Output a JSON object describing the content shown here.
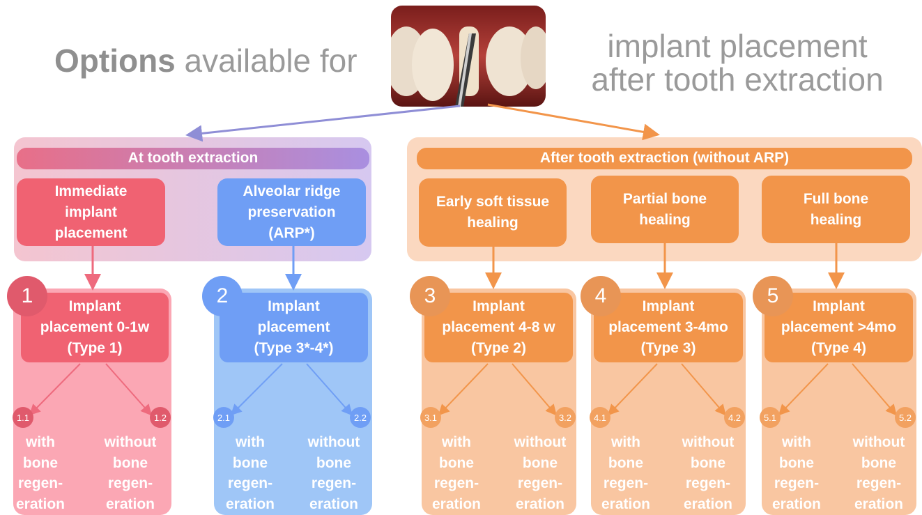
{
  "title": {
    "bold": "Options",
    "rest": "available for",
    "right_line1": "implant placement",
    "right_line2": "after tooth extraction"
  },
  "left_group": {
    "header": "At tooth extraction",
    "option_a": [
      "Immediate",
      "implant",
      "placement"
    ],
    "option_b": [
      "Alveolar ridge",
      "preservation",
      "(ARP*)"
    ]
  },
  "right_group": {
    "header": "After tooth extraction (without ARP)",
    "option_a": [
      "Early soft tissue",
      "healing"
    ],
    "option_b": [
      "Partial bone",
      "healing"
    ],
    "option_c": [
      "Full bone",
      "healing"
    ]
  },
  "columns": [
    {
      "number": "1",
      "type": [
        "Implant",
        "placement 0-1w",
        "(Type 1)"
      ],
      "sub_a": "1.1",
      "sub_b": "1.2"
    },
    {
      "number": "2",
      "type": [
        "Implant",
        "placement",
        "(Type 3*-4*)"
      ],
      "sub_a": "2.1",
      "sub_b": "2.2"
    },
    {
      "number": "3",
      "type": [
        "Implant",
        "placement 4-8 w",
        "(Type 2)"
      ],
      "sub_a": "3.1",
      "sub_b": "3.2"
    },
    {
      "number": "4",
      "type": [
        "Implant",
        "placement 3-4mo",
        "(Type 3)"
      ],
      "sub_a": "4.1",
      "sub_b": "4.2"
    },
    {
      "number": "5",
      "type": [
        "Implant",
        "placement >4mo",
        "(Type 4)"
      ],
      "sub_a": "5.1",
      "sub_b": "5.2"
    }
  ],
  "outcome_with": [
    "with",
    "bone",
    "regen-",
    "eration"
  ],
  "outcome_without": [
    "without",
    "bone",
    "regen-",
    "eration"
  ],
  "colors": {
    "pink": "#f06272",
    "blue": "#6f9ef5",
    "orange": "#f2954a",
    "title_grey": "#9a9a9a"
  }
}
